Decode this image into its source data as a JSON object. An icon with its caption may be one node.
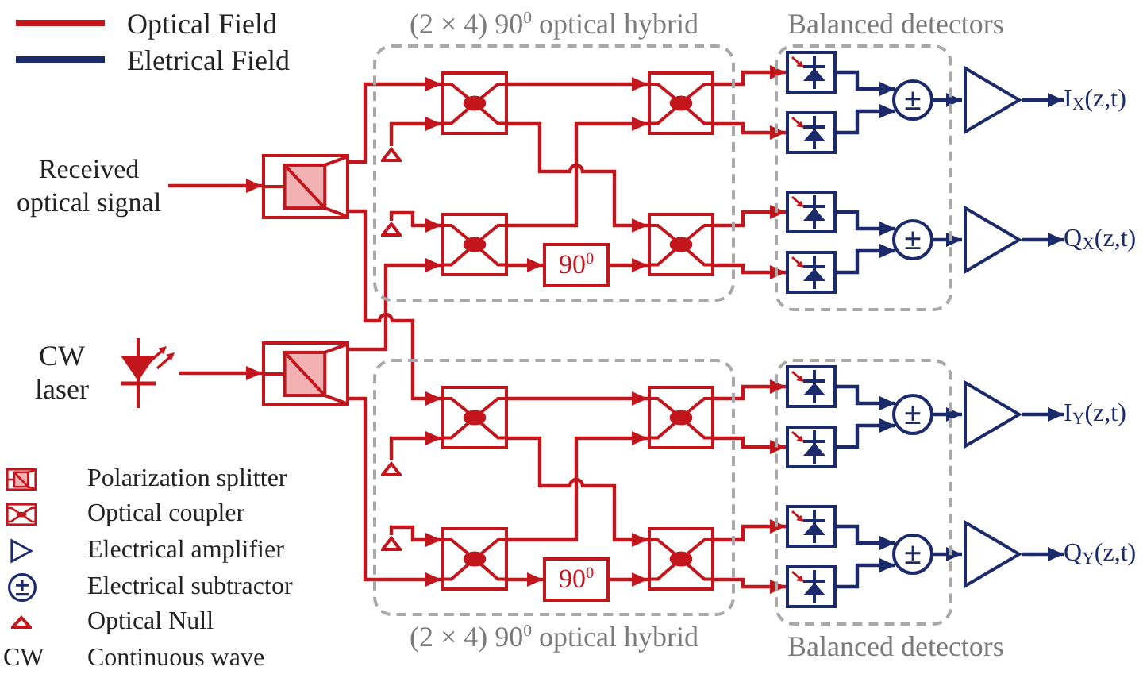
{
  "diagram": {
    "nodes": [
      {
        "text": [
          "Received optical signal"
        ]
      },
      {
        "text": [
          "CW laser"
        ]
      },
      {
        "text": [],
        "shape": "box"
      },
      {
        "text": [],
        "shape": "box"
      },
      {
        "text": [
          "(2 × 4) 90$^{0}$ optical hybrid"
        ]
      },
      {
        "text": [],
        "shape": "triangle",
        "in": 4
      },
      {
        "text": [],
        "shape": "triangle",
        "in": 4
      },
      {
        "text": [],
        "shape": "box",
        "in": 4
      },
      {
        "text": [],
        "shape": "box",
        "in": 4
      },
      {
        "text": [
          "90$^{0}$"
        ],
        "in": 4
      },
      {
        "text": [],
        "shape": "box",
        "in": 4
      },
      {
        "text": [],
        "shape": "box",
        "in": 4
      },
      {
        "text": [
          "Balanced detectors"
        ]
      },
      {
        "text": [],
        "shape": "box",
        "in": 12
      },
      {
        "text": [],
        "shape": "box",
        "in": 12
      },
      {
        "text": [],
        "shape": "box",
        "in": 12
      },
      {
        "text": [],
        "shape": "box",
        "in": 12
      },
      {
        "text": [
          "±"
        ],
        "in": 12
      },
      {
        "text": [
          "±"
        ],
        "in": 12
      },
      {
        "text": [],
        "shape": "triangle"
      },
      {
        "text": [],
        "shape": "triangle"
      },
      {
        "text": [
          "I$_{X}$(z,t)"
        ]
      },
      {
        "text": [
          "Q$_{X}$(z,t)"
        ]
      },
      {
        "text": [
          "(2 × 4) 90$^{0}$ optical hybrid"
        ]
      },
      {
        "text": [],
        "shape": "triangle",
        "in": 23
      },
      {
        "text": [],
        "shape": "triangle",
        "in": 23
      },
      {
        "text": [],
        "shape": "box",
        "in": 23
      },
      {
        "text": [],
        "shape": "box",
        "in": 23
      },
      {
        "text": [
          "90$^{0}$"
        ],
        "in": 23
      },
      {
        "text": [],
        "shape": "box",
        "in": 23
      },
      {
        "text": [],
        "shape": "box",
        "in": 23
      },
      {
        "text": [
          "Balanced detectors"
        ]
      },
      {
        "text": [],
        "shape": "box",
        "in": 31
      },
      {
        "text": [],
        "shape": "box",
        "in": 31
      },
      {
        "text": [],
        "shape": "box",
        "in": 31
      },
      {
        "text": [],
        "shape": "box",
        "in": 31
      },
      {
        "text": [
          "±"
        ],
        "in": 31
      },
      {
        "text": [
          "±"
        ],
        "in": 31
      },
      {
        "text": [],
        "shape": "triangle"
      },
      {
        "text": [],
        "shape": "triangle"
      },
      {
        "text": [
          "I$_{Y}$(z,t)"
        ]
      },
      {
        "text": [
          "Q$_{Y}$(z,t)"
        ]
      }
    ],
    "edges": [
      {
        "from": 0,
        "to": 2,
        "arrow": "to"
      },
      {
        "from": 1,
        "to": 3,
        "arrow": "to"
      },
      {
        "from": 2,
        "to": 7,
        "arrow": "to"
      },
      {
        "from": 2,
        "to": 26,
        "arrow": "to"
      },
      {
        "from": 3,
        "to": 8,
        "arrow": "to"
      },
      {
        "from": 3,
        "to": 27,
        "arrow": "to"
      },
      {
        "from": 5,
        "to": 7,
        "arrow": "to"
      },
      {
        "from": 6,
        "to": 8,
        "arrow": "to"
      },
      {
        "from": 7,
        "to": 10,
        "arrow": "to"
      },
      {
        "from": 7,
        "to": 11,
        "arrow": "to"
      },
      {
        "from": 8,
        "to": 10,
        "arrow": "to"
      },
      {
        "from": 8,
        "to": 9,
        "arrow": "to"
      },
      {
        "from": 9,
        "to": 11,
        "arrow": "to"
      },
      {
        "from": 10,
        "to": 13,
        "arrow": "to"
      },
      {
        "from": 10,
        "to": 14,
        "arrow": "to"
      },
      {
        "from": 11,
        "to": 15,
        "arrow": "to"
      },
      {
        "from": 11,
        "to": 16,
        "arrow": "to"
      },
      {
        "from": 13,
        "to": 17,
        "arrow": "to",
        "color": "#1b2a6b"
      },
      {
        "from": 14,
        "to": 17,
        "arrow": "to",
        "color": "#1b2a6b"
      },
      {
        "from": 15,
        "to": 18,
        "arrow": "to",
        "color": "#1b2a6b"
      },
      {
        "from": 16,
        "to": 18,
        "arrow": "to",
        "color": "#1b2a6b"
      },
      {
        "from": 17,
        "to": 19,
        "arrow": "to",
        "color": "#1b2a6b"
      },
      {
        "from": 18,
        "to": 20,
        "arrow": "to",
        "color": "#1b2a6b"
      },
      {
        "from": 19,
        "to": 21,
        "arrow": "to",
        "color": "#1b2a6b"
      },
      {
        "from": 20,
        "to": 22,
        "arrow": "to",
        "color": "#1b2a6b"
      },
      {
        "from": 24,
        "to": 26,
        "arrow": "to"
      },
      {
        "from": 25,
        "to": 27,
        "arrow": "to"
      },
      {
        "from": 26,
        "to": 29,
        "arrow": "to"
      },
      {
        "from": 26,
        "to": 30,
        "arrow": "to"
      },
      {
        "from": 27,
        "to": 29,
        "arrow": "to"
      },
      {
        "from": 27,
        "to": 28,
        "arrow": "to"
      },
      {
        "from": 28,
        "to": 30,
        "arrow": "to"
      },
      {
        "from": 29,
        "to": 32,
        "arrow": "to"
      },
      {
        "from": 29,
        "to": 33,
        "arrow": "to"
      },
      {
        "from": 30,
        "to": 34,
        "arrow": "to"
      },
      {
        "from": 30,
        "to": 35,
        "arrow": "to"
      },
      {
        "from": 32,
        "to": 36,
        "arrow": "to",
        "color": "#1b2a6b"
      },
      {
        "from": 33,
        "to": 36,
        "arrow": "to",
        "color": "#1b2a6b"
      },
      {
        "from": 34,
        "to": 37,
        "arrow": "to",
        "color": "#1b2a6b"
      },
      {
        "from": 35,
        "to": 37,
        "arrow": "to",
        "color": "#1b2a6b"
      },
      {
        "from": 36,
        "to": 38,
        "arrow": "to",
        "color": "#1b2a6b"
      },
      {
        "from": 37,
        "to": 39,
        "arrow": "to",
        "color": "#1b2a6b"
      },
      {
        "from": 38,
        "to": 40,
        "arrow": "to",
        "color": "#1b2a6b"
      },
      {
        "from": 39,
        "to": 41,
        "arrow": "to",
        "color": "#1b2a6b"
      }
    ],
    "labels": [
      "CW"
    ],
    "legend": [
      {
        "text": "Optical Field"
      },
      {
        "text": "Eletrical Field"
      },
      {
        "text": "Polarization splitter"
      },
      {
        "text": "Optical coupler"
      },
      {
        "text": "Electrical amplifier"
      },
      {
        "text": "Electrical subtractor"
      },
      {
        "text": "Optical Null"
      },
      {
        "text": "Continuous wave"
      }
    ]
  }
}
